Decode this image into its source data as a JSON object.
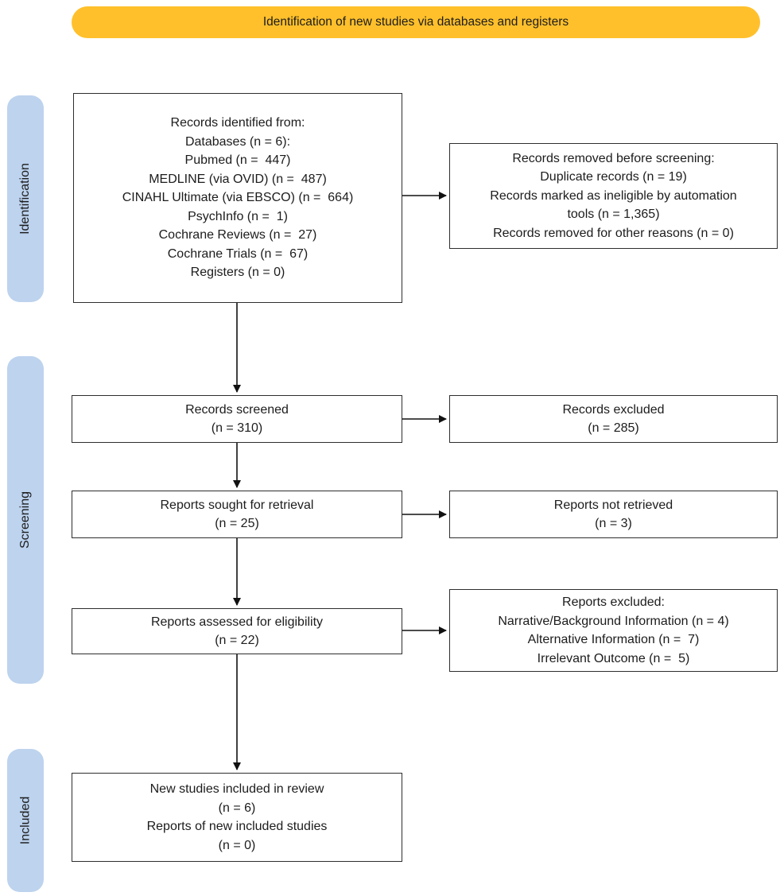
{
  "banner": {
    "label": "Identification of new studies via databases and registers"
  },
  "stages": {
    "identification": "Identification",
    "screening": "Screening",
    "included": "Included"
  },
  "boxes": {
    "identified": {
      "lines": [
        "Records identified from:",
        "Databases (n = 6):",
        "Pubmed (n =  447)",
        "MEDLINE (via OVID) (n =  487)",
        "CINAHL Ultimate (via EBSCO) (n =  664)",
        "PsychInfo (n =  1)",
        "Cochrane Reviews (n =  27)",
        "Cochrane Trials (n =  67)",
        "Registers (n = 0)"
      ]
    },
    "removed": {
      "lines": [
        "Records removed before screening:",
        "Duplicate records (n = 19)",
        "Records marked as ineligible by automation",
        "tools (n = 1,365)",
        "Records removed for other reasons (n = 0)"
      ]
    },
    "screened": {
      "lines": [
        "Records screened",
        "(n = 310)"
      ]
    },
    "excluded": {
      "lines": [
        "Records excluded",
        "(n = 285)"
      ]
    },
    "sought": {
      "lines": [
        "Reports sought for retrieval",
        "(n = 25)"
      ]
    },
    "not_retrieved": {
      "lines": [
        "Reports not retrieved",
        "(n = 3)"
      ]
    },
    "assessed": {
      "lines": [
        "Reports assessed for eligibility",
        "(n = 22)"
      ]
    },
    "reports_excluded": {
      "lines": [
        "Reports excluded:",
        "Narrative/Background Information (n = 4)",
        "Alternative Information (n =  7)",
        "Irrelevant Outcome (n =  5)"
      ]
    },
    "included": {
      "lines": [
        "New studies included in review",
        "(n = 6)",
        "Reports of new included studies",
        "(n = 0)"
      ]
    }
  },
  "colors": {
    "banner_fill": "#FFC02B",
    "stage_fill": "#BDD3EE",
    "box_border": "#2e2e2e",
    "arrow": "#111111",
    "text": "#1c1c1c"
  }
}
